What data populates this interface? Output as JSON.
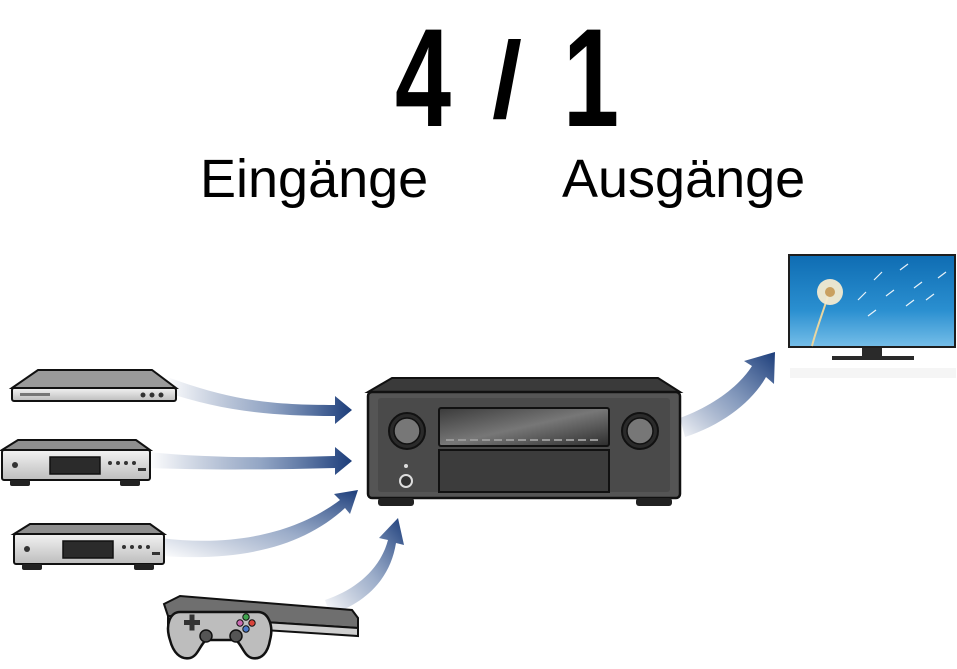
{
  "header": {
    "input_count": "4",
    "separator": "/",
    "output_count": "1",
    "input_label": "Eingänge",
    "output_label": "Ausgänge"
  },
  "colors": {
    "arrow": "#1c3d7a",
    "device_body": "#4a4a4a",
    "device_face": "#d9d9d9",
    "screen_sky": "#2a8fd0"
  },
  "diagram": {
    "sources": [
      "source-blu-ray-player",
      "source-disc-player-1",
      "source-disc-player-2",
      "source-game-console"
    ],
    "hub": "av-receiver",
    "sink": "tv-monitor"
  }
}
